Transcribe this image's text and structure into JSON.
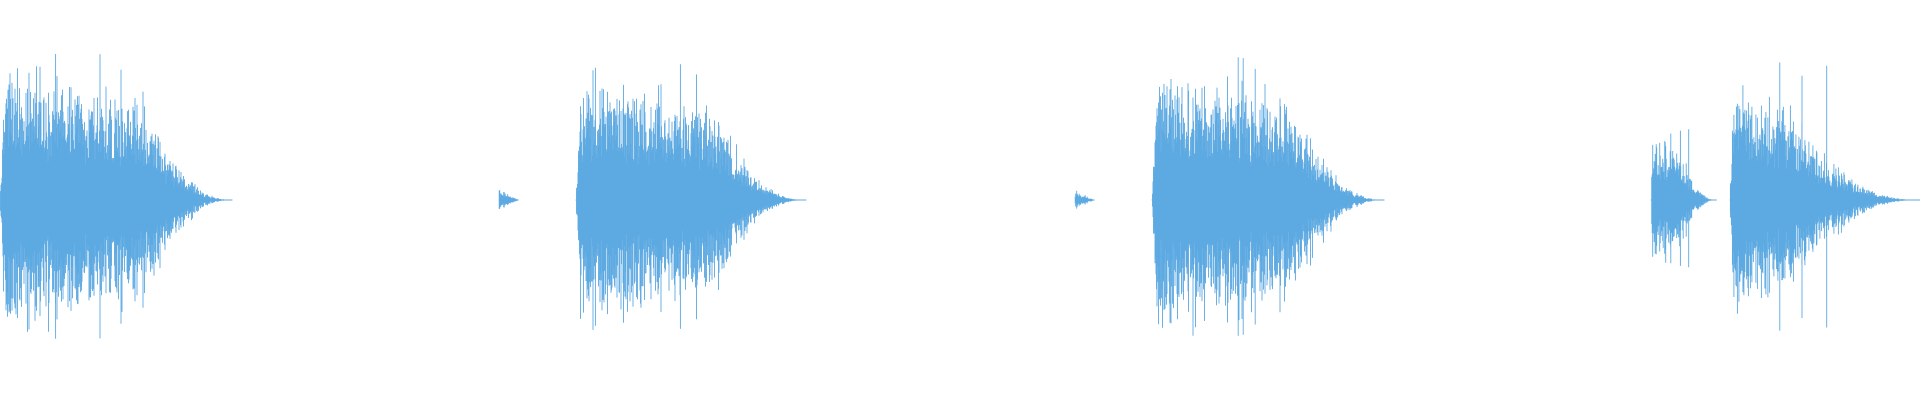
{
  "waveform": {
    "color": "#5DA9E1",
    "background": "#FFFFFF",
    "segments": [
      {
        "name": "burst-1",
        "start": 0.0,
        "end": 0.121,
        "peak": 1.0,
        "decay": 0.62
      },
      {
        "name": "click-1",
        "start": 0.26,
        "end": 0.27,
        "peak": 0.09,
        "decay": 0.5
      },
      {
        "name": "burst-2",
        "start": 0.3,
        "end": 0.42,
        "peak": 0.94,
        "decay": 0.6
      },
      {
        "name": "click-2",
        "start": 0.56,
        "end": 0.57,
        "peak": 0.07,
        "decay": 0.5
      },
      {
        "name": "burst-3",
        "start": 0.6,
        "end": 0.721,
        "peak": 1.0,
        "decay": 0.6
      },
      {
        "name": "pre-burst-4",
        "start": 0.86,
        "end": 0.894,
        "peak": 0.52,
        "decay": 0.45
      },
      {
        "name": "burst-4",
        "start": 0.901,
        "end": 1.0,
        "peak": 0.96,
        "decay": 0.3
      }
    ]
  }
}
